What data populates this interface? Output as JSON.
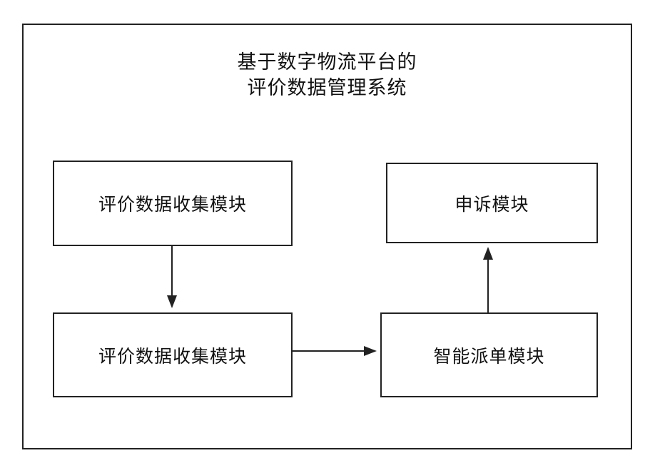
{
  "diagram": {
    "type": "block-diagram",
    "title_line1": "基于数字物流平台的",
    "title_line2": "评价数据管理系统",
    "title": "基于数字物流平台的\n评价数据管理系统",
    "nodes": [
      {
        "id": "collect",
        "label": "评价数据收集模块"
      },
      {
        "id": "appeal",
        "label": "申诉模块"
      },
      {
        "id": "analyze",
        "label": "评价数据收集模块"
      },
      {
        "id": "dispatch",
        "label": "智能派单模块"
      }
    ],
    "connections": [
      {
        "from": "collect",
        "to": "analyze",
        "direction": "down"
      },
      {
        "from": "analyze",
        "to": "dispatch",
        "direction": "right"
      },
      {
        "from": "dispatch",
        "to": "appeal",
        "direction": "up"
      }
    ],
    "colors": {
      "stroke": "#222222",
      "background": "#ffffff",
      "text": "#111111"
    }
  }
}
